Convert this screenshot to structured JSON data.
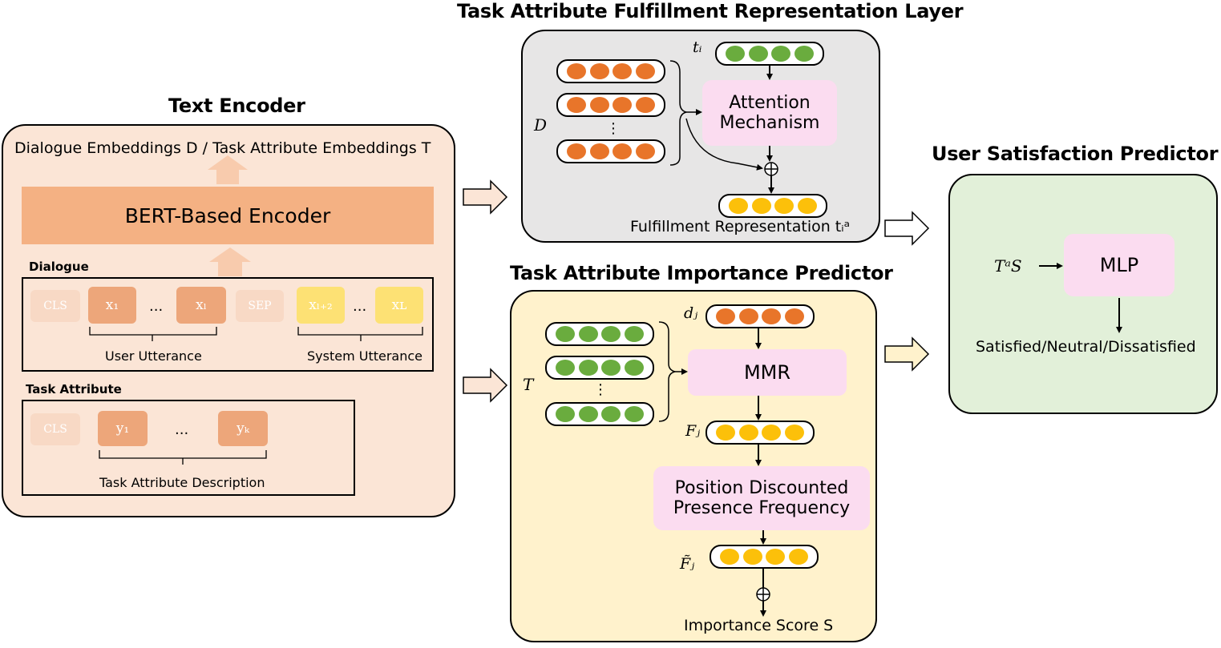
{
  "text_encoder": {
    "title": "Text Encoder",
    "embeddings_label": "Dialogue Embeddings D / Task Attribute Embeddings T",
    "encoder_label": "BERT-Based Encoder",
    "dialogue_label": "Dialogue",
    "dialogue_tokens": [
      "CLS",
      "x₁",
      "...",
      "xₗ",
      "SEP",
      "xₗ₊₂",
      "...",
      "xʟ"
    ],
    "user_utterance": "User Utterance",
    "system_utterance": "System Utterance",
    "task_attribute_label": "Task Attribute",
    "task_tokens": [
      "CLS",
      "y₁",
      "...",
      "yₖ"
    ],
    "task_description": "Task Attribute Description"
  },
  "fulfillment": {
    "title": "Task Attribute Fulfillment Representation Layer",
    "ti_label": "tᵢ",
    "d_label": "D",
    "attention_label_1": "Attention",
    "attention_label_2": "Mechanism",
    "vdots": "⋮",
    "output_label": "Fulfillment Representation tᵢᵃ"
  },
  "importance": {
    "title": "Task Attribute Importance Predictor",
    "dj_label": "dⱼ",
    "t_label": "T",
    "mmr_label": "MMR",
    "fj_label": "Fⱼ",
    "pdpf_label_1": "Position Discounted",
    "pdpf_label_2": "Presence Frequency",
    "fj_tilde_label": "F̃ⱼ",
    "vdots": "⋮",
    "output_label": "Importance Score S"
  },
  "satisfaction": {
    "title": "User Satisfaction Predictor",
    "input_label": "TᵃS",
    "mlp_label": "MLP",
    "output_label": "Satisfied/Neutral/Dissatisfied"
  },
  "colors": {
    "encoder_panel": "#fbe5d6",
    "encoder_block": "#f4b183",
    "fulfillment_panel": "#e7e6e6",
    "importance_panel": "#fff2cc",
    "satisfaction_panel": "#e2f0d9",
    "pink_box": "#fbdcf0",
    "orange_dot": "#e8752a",
    "green_dot": "#6aac3e",
    "yellow_dot": "#fcc00a"
  }
}
